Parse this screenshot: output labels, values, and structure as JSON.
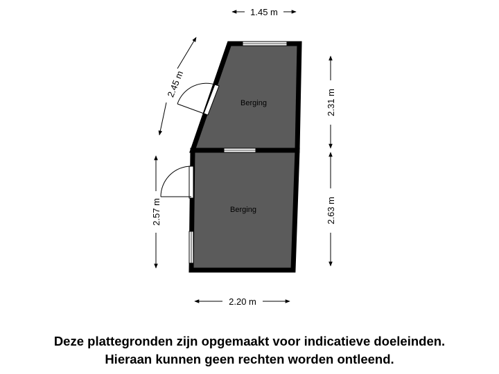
{
  "floorplan": {
    "rooms": [
      {
        "label": "Berging"
      },
      {
        "label": "Berging"
      }
    ],
    "dimensions": {
      "top_width": "1.45 m",
      "upper_slanted_wall": "2.45 m",
      "upper_right_height": "2.31 m",
      "lower_left_height": "2.57 m",
      "lower_right_height": "2.63 m",
      "bottom_width": "2.20 m"
    }
  },
  "disclaimer": {
    "line1": "Deze plattegronden zijn opgemaakt voor indicatieve doeleinden.",
    "line2": "Hieraan kunnen geen rechten worden ontleend."
  },
  "colors": {
    "room_fill": "#5b5b5b",
    "wall": "#000000",
    "background": "#ffffff"
  }
}
